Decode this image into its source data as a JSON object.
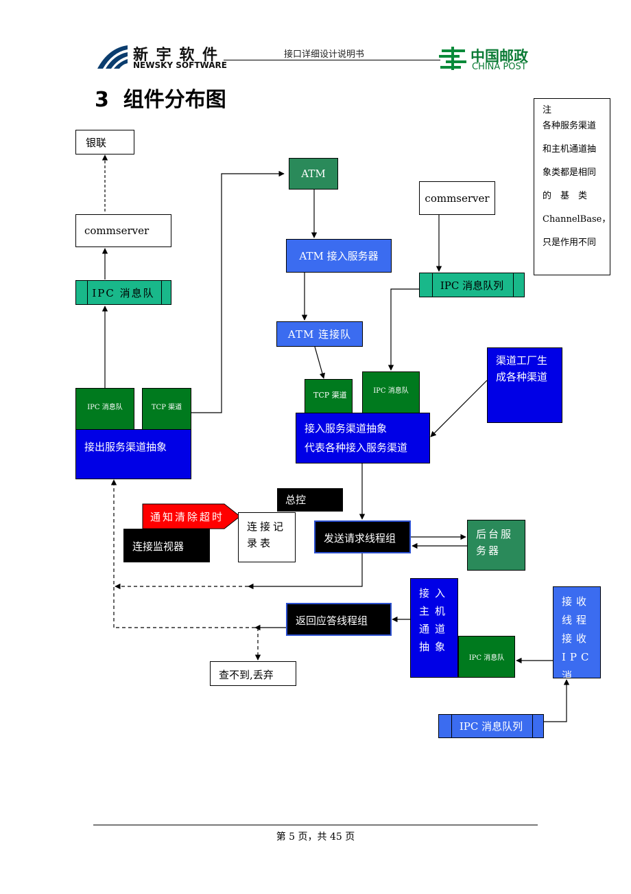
{
  "header": {
    "company_cn": "新 宇 软 件",
    "company_en": "NEWSKY SOFTWARE",
    "doc_title": "接口详细设计说明书",
    "client_cn": "中国邮政",
    "client_en": "CHINA POST"
  },
  "section_title": "3  组件分布图",
  "note": {
    "lines": [
      "注",
      "各种服务渠道",
      "和主机通道抽",
      "象类都是相同",
      "的　基　类",
      "ChannelBase，",
      "只是作用不同"
    ]
  },
  "nodes": {
    "yinlian": "银联",
    "commserver_left": "commserver",
    "ipc_queue_left": "IPC 消息队",
    "ipc_small_left": "IPC 消息队",
    "tcp_small_left": "TCP 渠道",
    "outbound_abstract": "接出服务渠道抽象",
    "atm": "ATM",
    "atm_server": "ATM 接入服务器",
    "atm_conn_queue": "ATM 连接队",
    "tcp_small_mid": "TCP 渠道",
    "ipc_small_mid": "IPC 消息队",
    "inbound_abstract_1": "接入服务渠道抽象",
    "inbound_abstract_2": "代表各种接入服务渠道",
    "commserver_right": "commserver",
    "ipc_queue_right": "IPC 消息队列",
    "factory": "渠道工厂生成各种渠道",
    "master_control": "总控",
    "notify_timeout": "通知清除超时",
    "conn_record": "连接记录表",
    "conn_monitor": "连接监视器",
    "send_threads": "发送请求线程组",
    "backend": "后台服务器",
    "host_abstract": "接入主机通道抽象",
    "ipc_small_host": "IPC 消息队",
    "recv_thread": "接收线程接收IPC 消",
    "return_threads": "返回应答线程组",
    "not_found": "查不到,丢弃",
    "ipc_queue_bottom": "IPC 消息队列"
  },
  "footer": {
    "page": "第 5 页，共 45 页"
  }
}
